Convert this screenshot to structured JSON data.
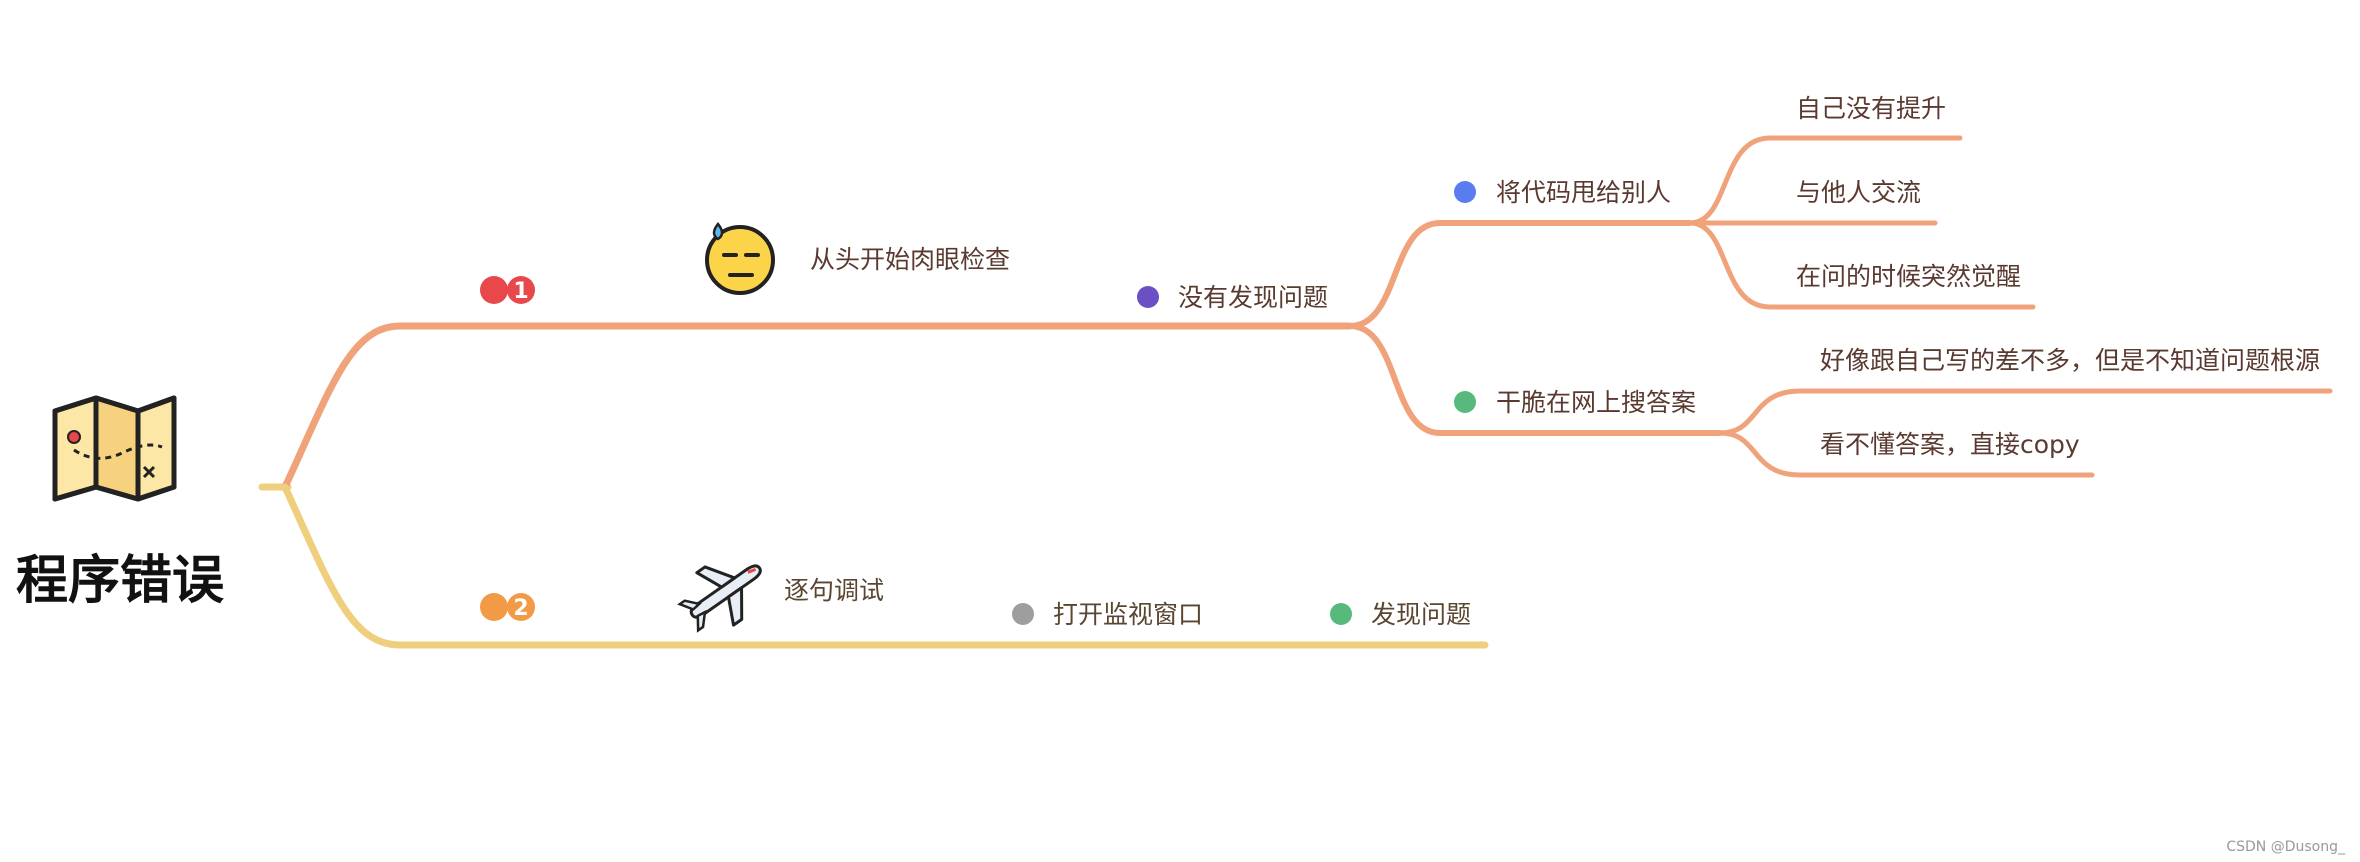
{
  "root": {
    "title": "程序错误",
    "icon": "treasure-map-icon"
  },
  "colors": {
    "branch_orange": "#F0A27B",
    "branch_gold": "#EFCF7E",
    "badge_red": "#E8474B",
    "badge_orange": "#F29A46",
    "dot_purple": "#6A4FC5",
    "dot_blue": "#5B7CF0",
    "dot_green": "#58B97C",
    "dot_gray": "#9E9E9E",
    "text": "#5A3A30"
  },
  "branches": [
    {
      "badge": "1",
      "icon": "sweat-face-emoji-icon",
      "label": "从头开始肉眼检查",
      "child": {
        "label": "没有发现问题",
        "children": [
          {
            "label": "将代码甩给别人",
            "children": [
              "自己没有提升",
              "与他人交流",
              "在问的时候突然觉醒"
            ]
          },
          {
            "label": "干脆在网上搜答案",
            "children": [
              "好像跟自己写的差不多，但是不知道问题根源",
              "看不懂答案，直接copy"
            ]
          }
        ]
      }
    },
    {
      "badge": "2",
      "icon": "airplane-icon",
      "label": "逐句调试",
      "children": [
        "打开监视窗口",
        "发现问题"
      ]
    }
  ],
  "watermark": "CSDN @Dusong_"
}
